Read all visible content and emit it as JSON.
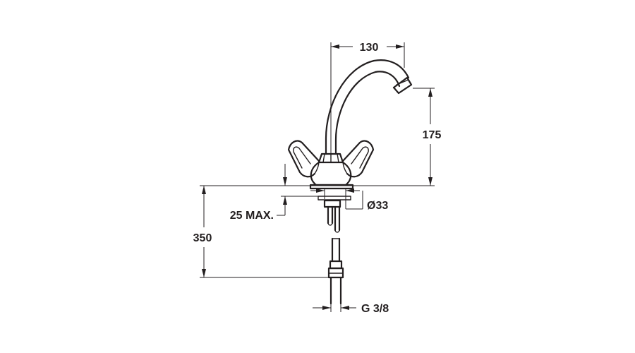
{
  "dimensions": {
    "spout_reach": "130",
    "spout_height": "175",
    "max_thickness": "25 MAX.",
    "total_length": "350",
    "hole_diameter": "Ø33",
    "connection_thread": "G 3/8"
  }
}
